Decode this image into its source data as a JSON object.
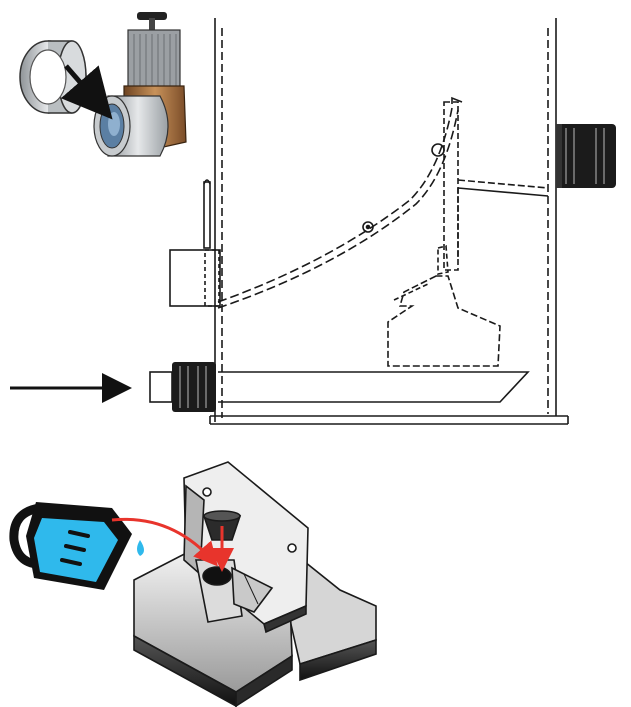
{
  "diagram": {
    "panels": [
      {
        "id": "gate-valve-insert",
        "icon": "slide-gate-valve-with-sleeve-icon"
      },
      {
        "id": "trap-cross-section",
        "icon": "drain-trap-cross-section-icon"
      },
      {
        "id": "trap-filling",
        "icon": "trap-fill-with-water-icon"
      }
    ],
    "arrows": [
      {
        "id": "insert-arrow",
        "color": "#111111"
      },
      {
        "id": "inlet-flow-arrow",
        "color": "#111111"
      },
      {
        "id": "pour-arrow",
        "color": "#e8342c"
      },
      {
        "id": "fill-arrow",
        "color": "#e8342c"
      }
    ],
    "colors": {
      "pitcher_body": "#111111",
      "water": "#2fb9ec",
      "arrow_accent": "#e8342c",
      "outline": "#1a1a1a",
      "sleeve": "#bfc3c6",
      "valve_bronze": "#a06a3a"
    }
  }
}
